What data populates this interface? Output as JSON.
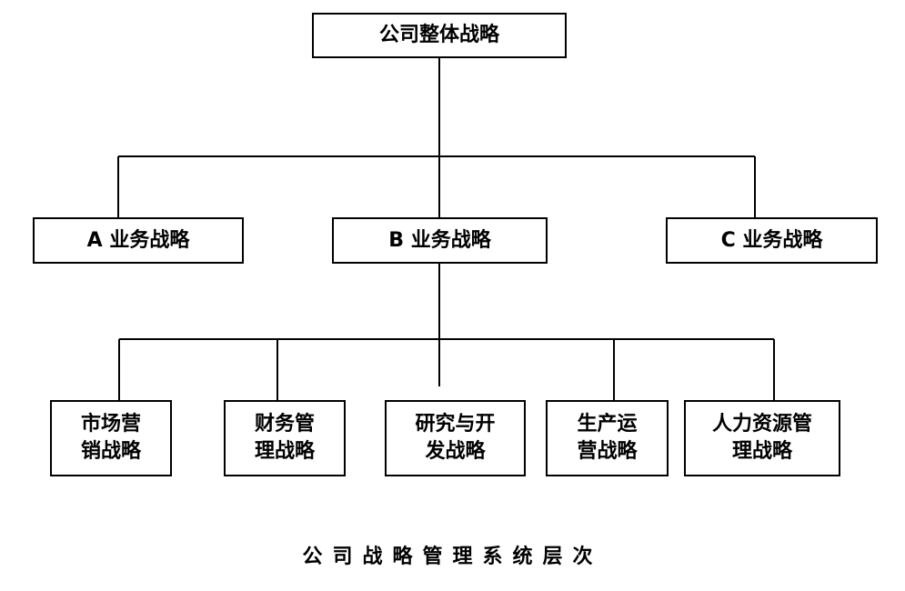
{
  "root": {
    "label": "公司整体战略"
  },
  "business_units": [
    {
      "label": "A 业务战略"
    },
    {
      "label": "B 业务战略"
    },
    {
      "label": "C 业务战略"
    }
  ],
  "functional": [
    {
      "line1": "市场营",
      "line2": "销战略"
    },
    {
      "line1": "财务管",
      "line2": "理战略"
    },
    {
      "line1": "研究与开",
      "line2": "发战略"
    },
    {
      "line1": "生产运",
      "line2": "营战略"
    },
    {
      "line1": "人力资源管",
      "line2": "理战略"
    }
  ],
  "caption": "公司战略管理系统层次",
  "colors": {
    "stroke": "#000000",
    "background": "#ffffff"
  }
}
